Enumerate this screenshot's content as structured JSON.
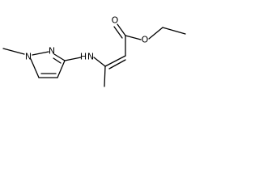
{
  "molecule": {
    "atoms": {
      "pyrazole_n1": "N",
      "pyrazole_n2": "N",
      "amine_n": "N",
      "amine_h": "H",
      "carbonyl_o": "O",
      "ester_o": "O"
    }
  }
}
